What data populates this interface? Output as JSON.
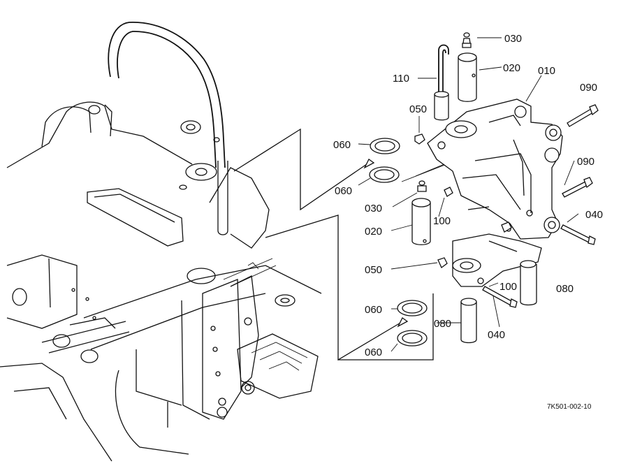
{
  "diagram": {
    "document_id": "7K501-002-10",
    "callouts": [
      {
        "id": "c-030-top",
        "label": "030"
      },
      {
        "id": "c-020-top",
        "label": "020"
      },
      {
        "id": "c-110",
        "label": "110"
      },
      {
        "id": "c-010",
        "label": "010"
      },
      {
        "id": "c-090-top",
        "label": "090"
      },
      {
        "id": "c-050-top",
        "label": "050"
      },
      {
        "id": "c-060-a",
        "label": "060"
      },
      {
        "id": "c-060-b",
        "label": "060"
      },
      {
        "id": "c-090-mid",
        "label": "090"
      },
      {
        "id": "c-030-mid",
        "label": "030"
      },
      {
        "id": "c-100-mid",
        "label": "100"
      },
      {
        "id": "c-040-right",
        "label": "040"
      },
      {
        "id": "c-020-mid",
        "label": "020"
      },
      {
        "id": "c-050-low",
        "label": "050"
      },
      {
        "id": "c-100-low",
        "label": "100"
      },
      {
        "id": "c-080-right",
        "label": "080"
      },
      {
        "id": "c-060-c",
        "label": "060"
      },
      {
        "id": "c-080-low",
        "label": "080"
      },
      {
        "id": "c-040-low",
        "label": "040"
      },
      {
        "id": "c-060-d",
        "label": "060"
      }
    ]
  }
}
